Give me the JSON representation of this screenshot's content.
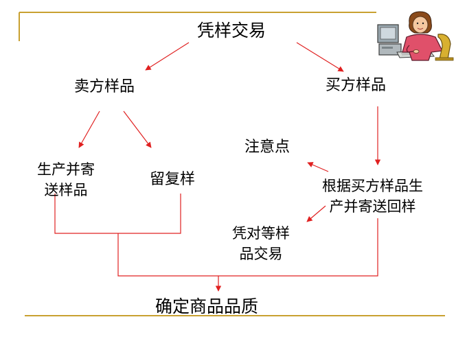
{
  "diagram": {
    "title": "凭样交易",
    "seller_sample": "卖方样品",
    "buyer_sample": "买方样品",
    "produce_send": [
      "生产并寄",
      "送样品"
    ],
    "retain_sample": "留复样",
    "notice": "注意点",
    "counter_sample": [
      "根据买方样品生",
      "产并寄送回样"
    ],
    "trade_by_counter": [
      "凭对等样",
      "品交易"
    ],
    "result": "确定商品品质"
  },
  "colors": {
    "frame_line": "#c8a030",
    "arrow": "#e02020",
    "text": "#000000"
  },
  "icons": {
    "avatar": "person-at-computer-icon"
  }
}
